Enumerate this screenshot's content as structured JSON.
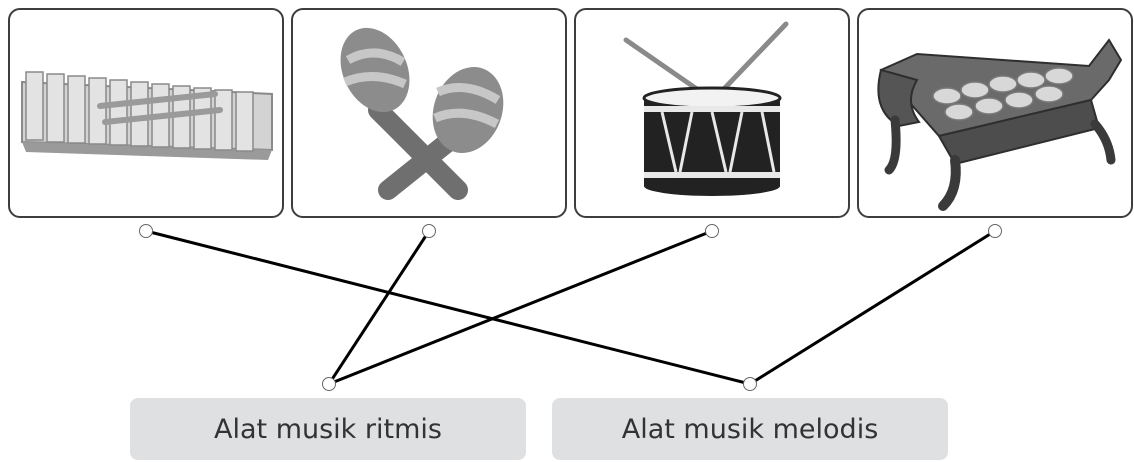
{
  "items": [
    {
      "id": "xylophone",
      "icon": "xylophone-icon"
    },
    {
      "id": "maracas",
      "icon": "maracas-icon"
    },
    {
      "id": "drum",
      "icon": "drum-icon"
    },
    {
      "id": "gamelan",
      "icon": "gamelan-saron-icon"
    }
  ],
  "targets": [
    {
      "id": "rhythmic",
      "label": "Alat musik ritmis"
    },
    {
      "id": "melodic",
      "label": "Alat musik melodis"
    }
  ],
  "matches": [
    {
      "item": "xylophone",
      "target": "melodic"
    },
    {
      "item": "maracas",
      "target": "rhythmic"
    },
    {
      "item": "drum",
      "target": "rhythmic"
    },
    {
      "item": "gamelan",
      "target": "melodic"
    }
  ],
  "colors": {
    "card_border": "#3d3d3d",
    "target_bg": "#dfe0e2",
    "line": "#000000"
  }
}
